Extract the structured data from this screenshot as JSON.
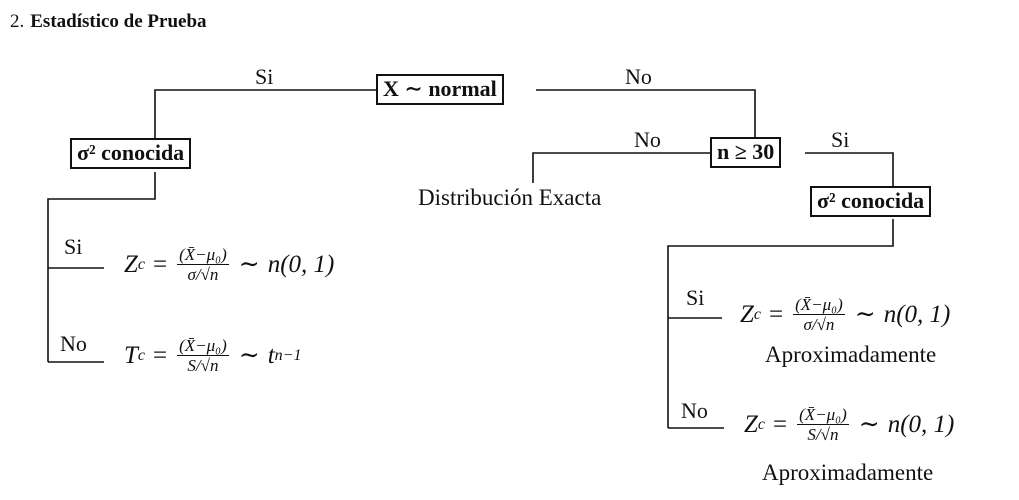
{
  "heading": {
    "number": "2.",
    "title": "Estadístico de Prueba"
  },
  "nodes": {
    "root": "X ∼ normal",
    "left_known": "σ² conocida",
    "n_test": "n ≥ 30",
    "right_known": "σ² conocida",
    "exact": "Distribución Exacta"
  },
  "edges": {
    "root_left": "Si",
    "root_right": "No",
    "n_left": "No",
    "n_right": "Si",
    "left_si": "Si",
    "left_no": "No",
    "right_si": "Si",
    "right_no": "No"
  },
  "formulas": {
    "left_si": {
      "lhs": "Z",
      "sub": "c",
      "numerator": "(X̄−μ₀)",
      "denominator": "σ/√n",
      "rhs": "n(0, 1)"
    },
    "left_no": {
      "lhs": "T",
      "sub": "c",
      "numerator": "(X̄−μ₀)",
      "denominator": "S/√n",
      "rhs": "t",
      "rhs_sub": "n−1"
    },
    "right_si": {
      "lhs": "Z",
      "sub": "c",
      "numerator": "(X̄−μ₀)",
      "denominator": "σ/√n",
      "rhs": "n(0, 1)",
      "note": "Aproximadamente"
    },
    "right_no": {
      "lhs": "Z",
      "sub": "c",
      "numerator": "(X̄−μ₀)",
      "denominator": "S/√n",
      "rhs": "n(0, 1)",
      "note": "Aproximadamente"
    }
  }
}
